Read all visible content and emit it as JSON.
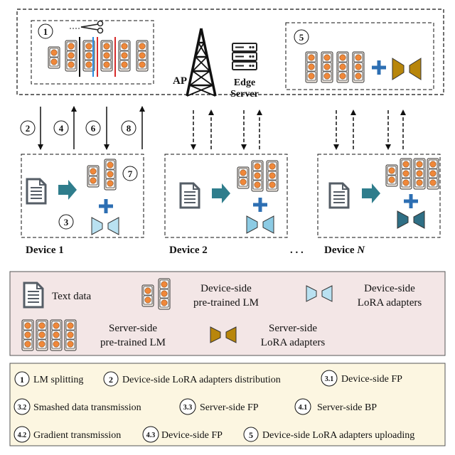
{
  "colors": {
    "layer_orange": "#f0883a",
    "device_adapter": "#b9e1f1",
    "device_adapter_dark": "#4fa6c8",
    "server_adapter": "#b8860b",
    "plus_blue": "#2d6fb3",
    "arrow_teal": "#2f7d8c",
    "doc_gray": "#555d66",
    "legend_bg": "#f3e6e6",
    "steps_bg": "#fcf6e1",
    "cut_red": "#d62a2a",
    "cut_blue": "#2b8be0"
  },
  "icons": {
    "antenna": "antenna-tower-icon",
    "server": "server-rack-icon",
    "document": "text-document-icon",
    "scissors": "scissors-icon"
  },
  "diagram": {
    "server_panel": {
      "box1_num": "1",
      "box5_num": "5",
      "ap_label": "AP",
      "edge_label_1": "Edge",
      "edge_label_2": "Server"
    },
    "arrow_nums": [
      "2",
      "4",
      "6",
      "8"
    ],
    "device_nums": {
      "seven": "7",
      "three": "3"
    },
    "devices": [
      {
        "prefix": "Device ",
        "suffix": "1"
      },
      {
        "prefix": "Device ",
        "suffix": "2"
      },
      {
        "prefix": "Device ",
        "suffix": "N"
      }
    ],
    "ellipsis": ". . ."
  },
  "legend": {
    "text_data": "Text data",
    "device_lm_1": "Device-side",
    "device_lm_2": "pre-trained LM",
    "device_lora_1": "Device-side",
    "device_lora_2": "LoRA adapters",
    "server_lm_1": "Server-side",
    "server_lm_2": "pre-trained LM",
    "server_lora_1": "Server-side",
    "server_lora_2": "LoRA adapters"
  },
  "steps": [
    {
      "num": "1",
      "label": "LM splitting"
    },
    {
      "num": "2",
      "label": "Device-side LoRA adapters distribution"
    },
    {
      "num": "3.1",
      "label": "Device-side FP"
    },
    {
      "num": "3.2",
      "label": "Smashed data transmission"
    },
    {
      "num": "3.3",
      "label": "Server-side FP"
    },
    {
      "num": "4.1",
      "label": "Server-side BP"
    },
    {
      "num": "4.2",
      "label": "Gradient transmission"
    },
    {
      "num": "4.3",
      "label": "Device-side FP"
    },
    {
      "num": "5",
      "label": "Device-side LoRA adapters uploading"
    }
  ]
}
